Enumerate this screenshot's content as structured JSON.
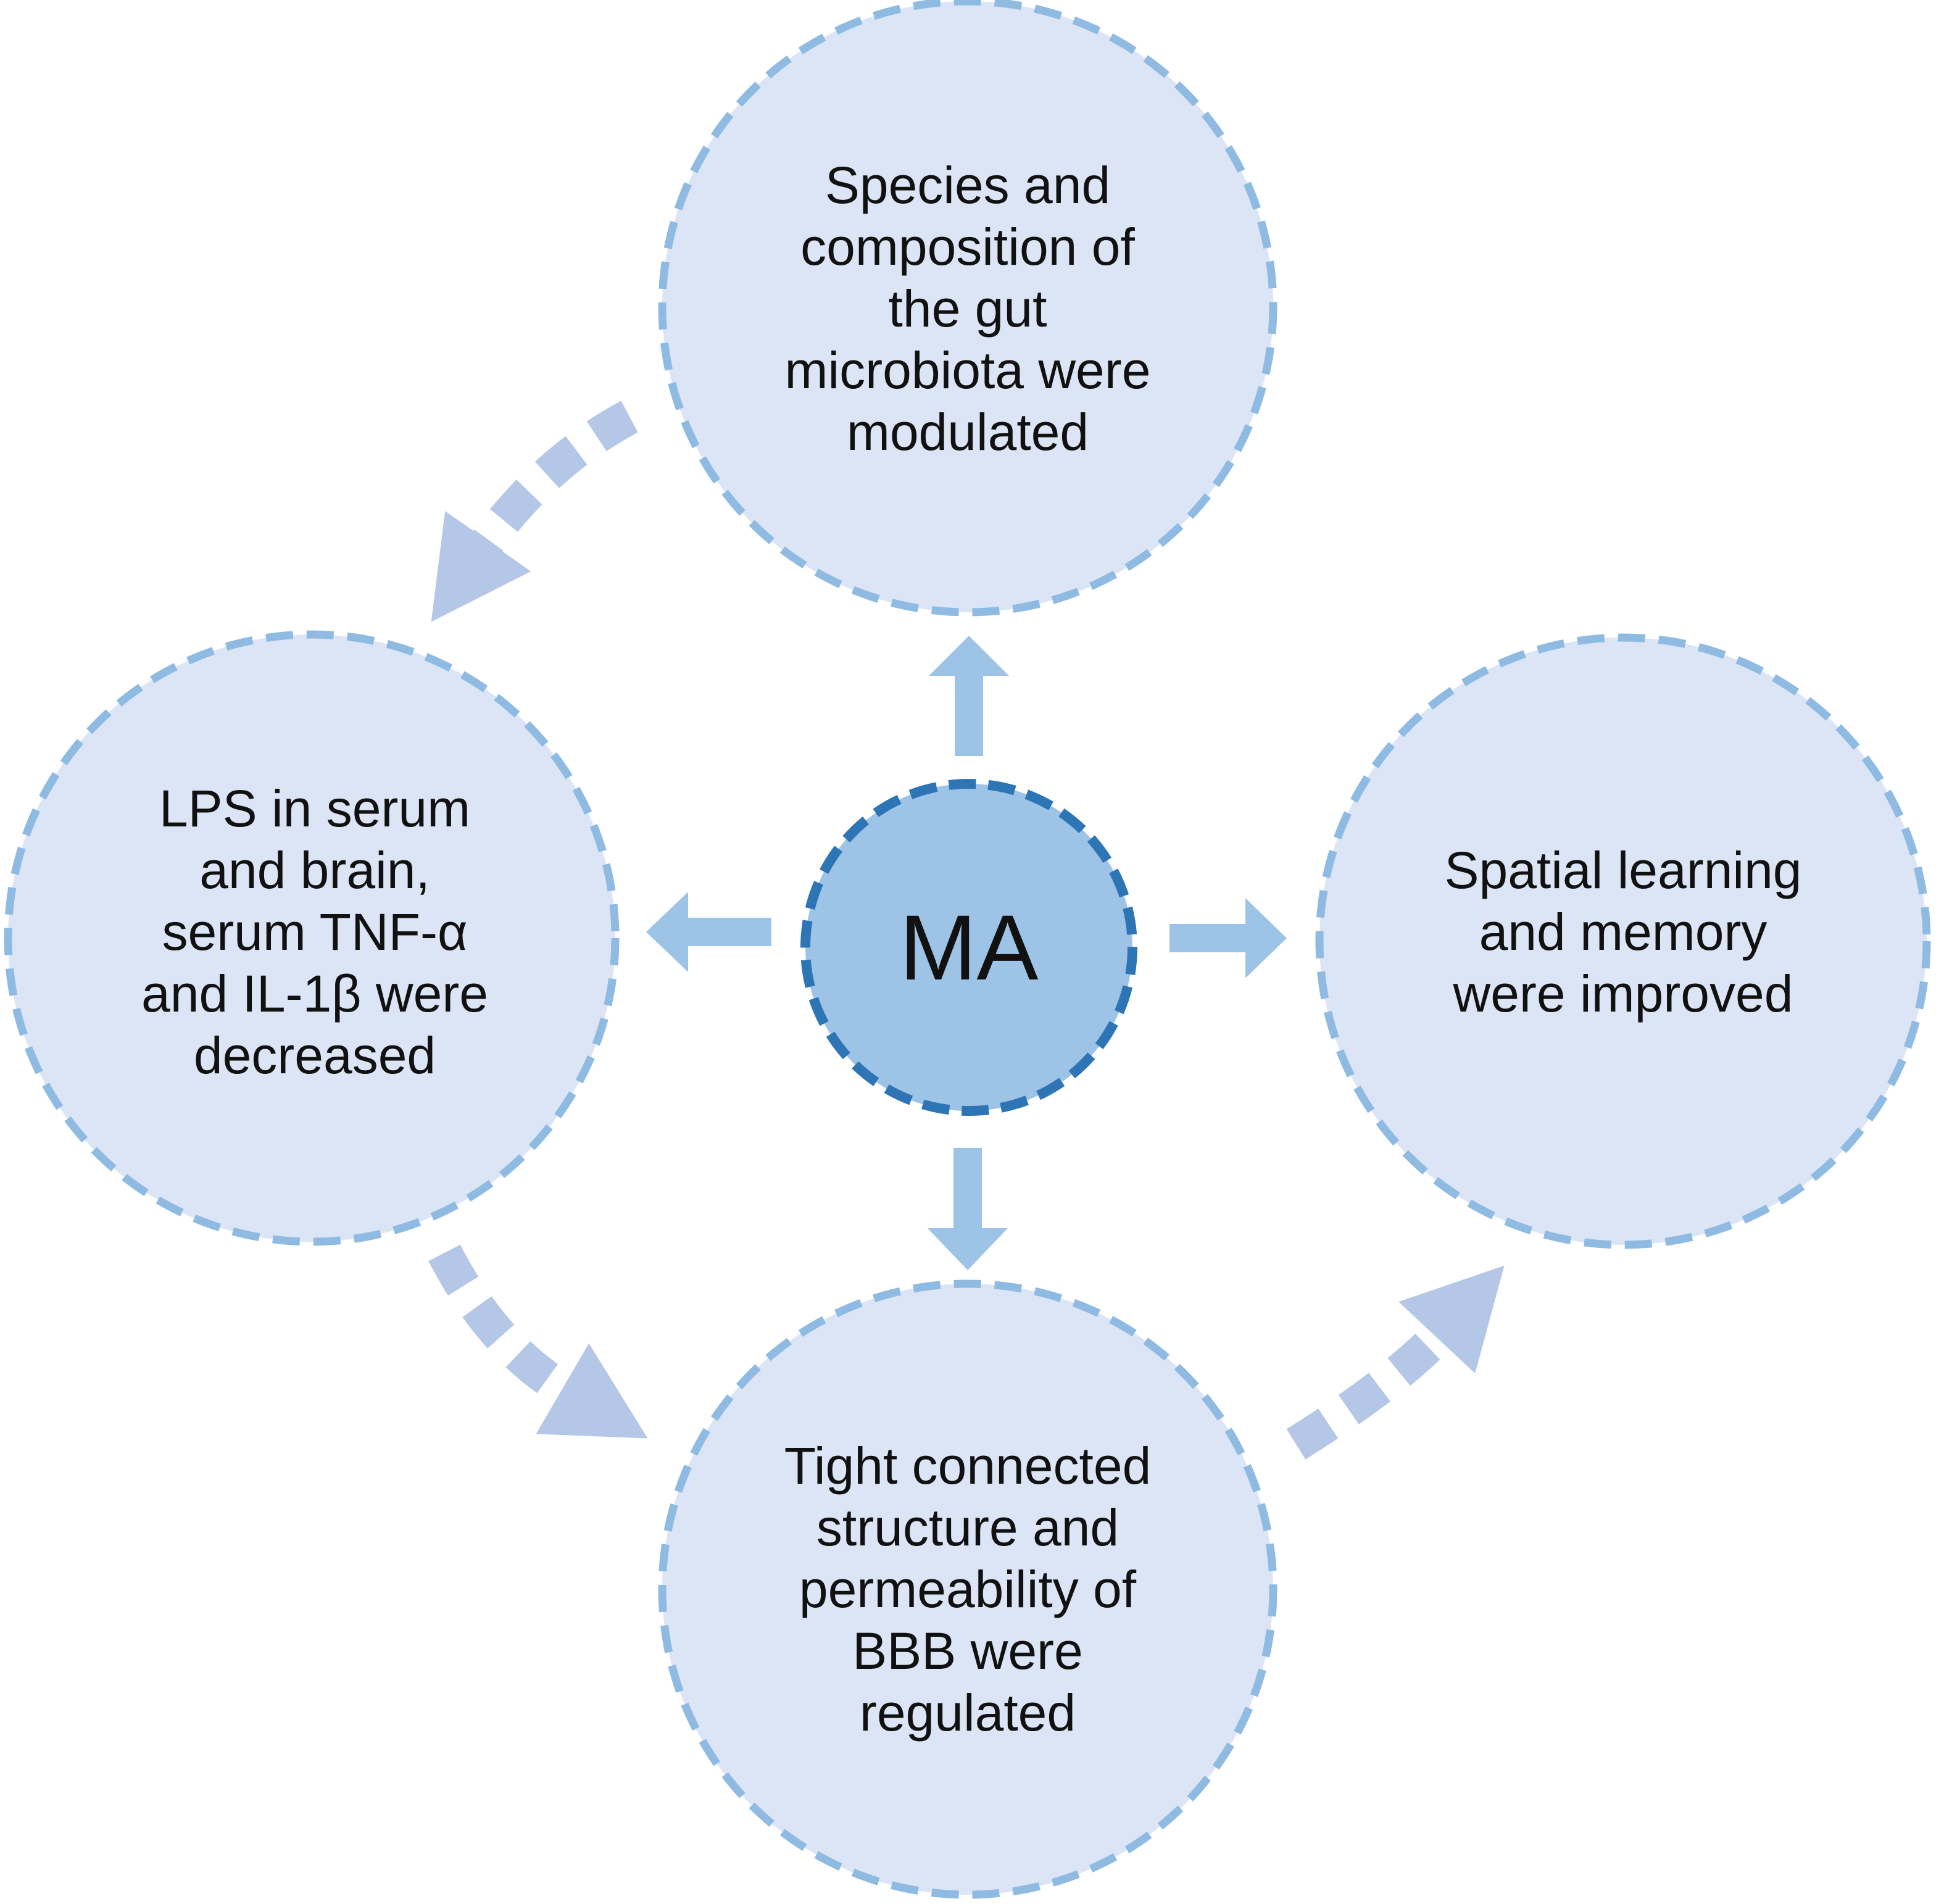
{
  "center": {
    "label": "MA"
  },
  "nodes": {
    "top": {
      "lines": [
        "Species and",
        "composition of",
        "the gut",
        "microbiota were",
        "modulated"
      ]
    },
    "left": {
      "lines": [
        "LPS in serum",
        "and brain,",
        "serum TNF-α",
        "and IL-1β were",
        "decreased"
      ]
    },
    "right": {
      "lines": [
        "Spatial learning",
        "and memory",
        "were improved"
      ]
    },
    "bottom": {
      "lines": [
        "Tight connected",
        "structure and",
        "permeability of",
        "BBB were",
        "regulated"
      ]
    }
  },
  "colors": {
    "node_fill": "#dbe5f5",
    "node_border": "#8fbbe3",
    "center_fill": "#9dc3e6",
    "center_border": "#2e75b6",
    "solid_arrow": "#9dc3e6",
    "cycle_arrow": "#b4c7e7"
  }
}
